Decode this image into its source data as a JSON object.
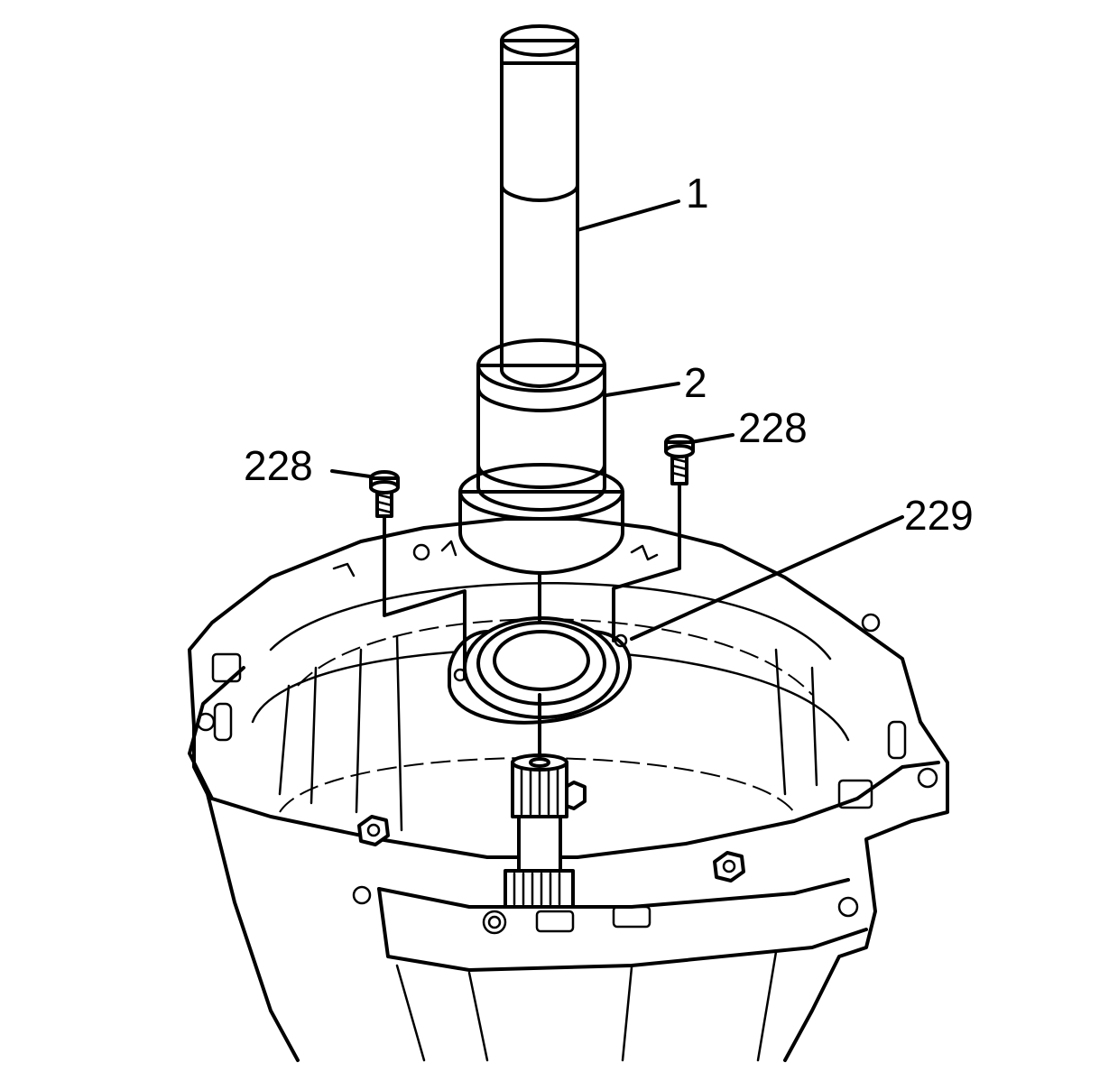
{
  "callouts": {
    "tool_1": "1",
    "tool_2": "2",
    "bolt_left": "228",
    "bolt_right": "228",
    "seal": "229"
  },
  "colors": {
    "ink": "#000000",
    "paper": "#ffffff"
  }
}
